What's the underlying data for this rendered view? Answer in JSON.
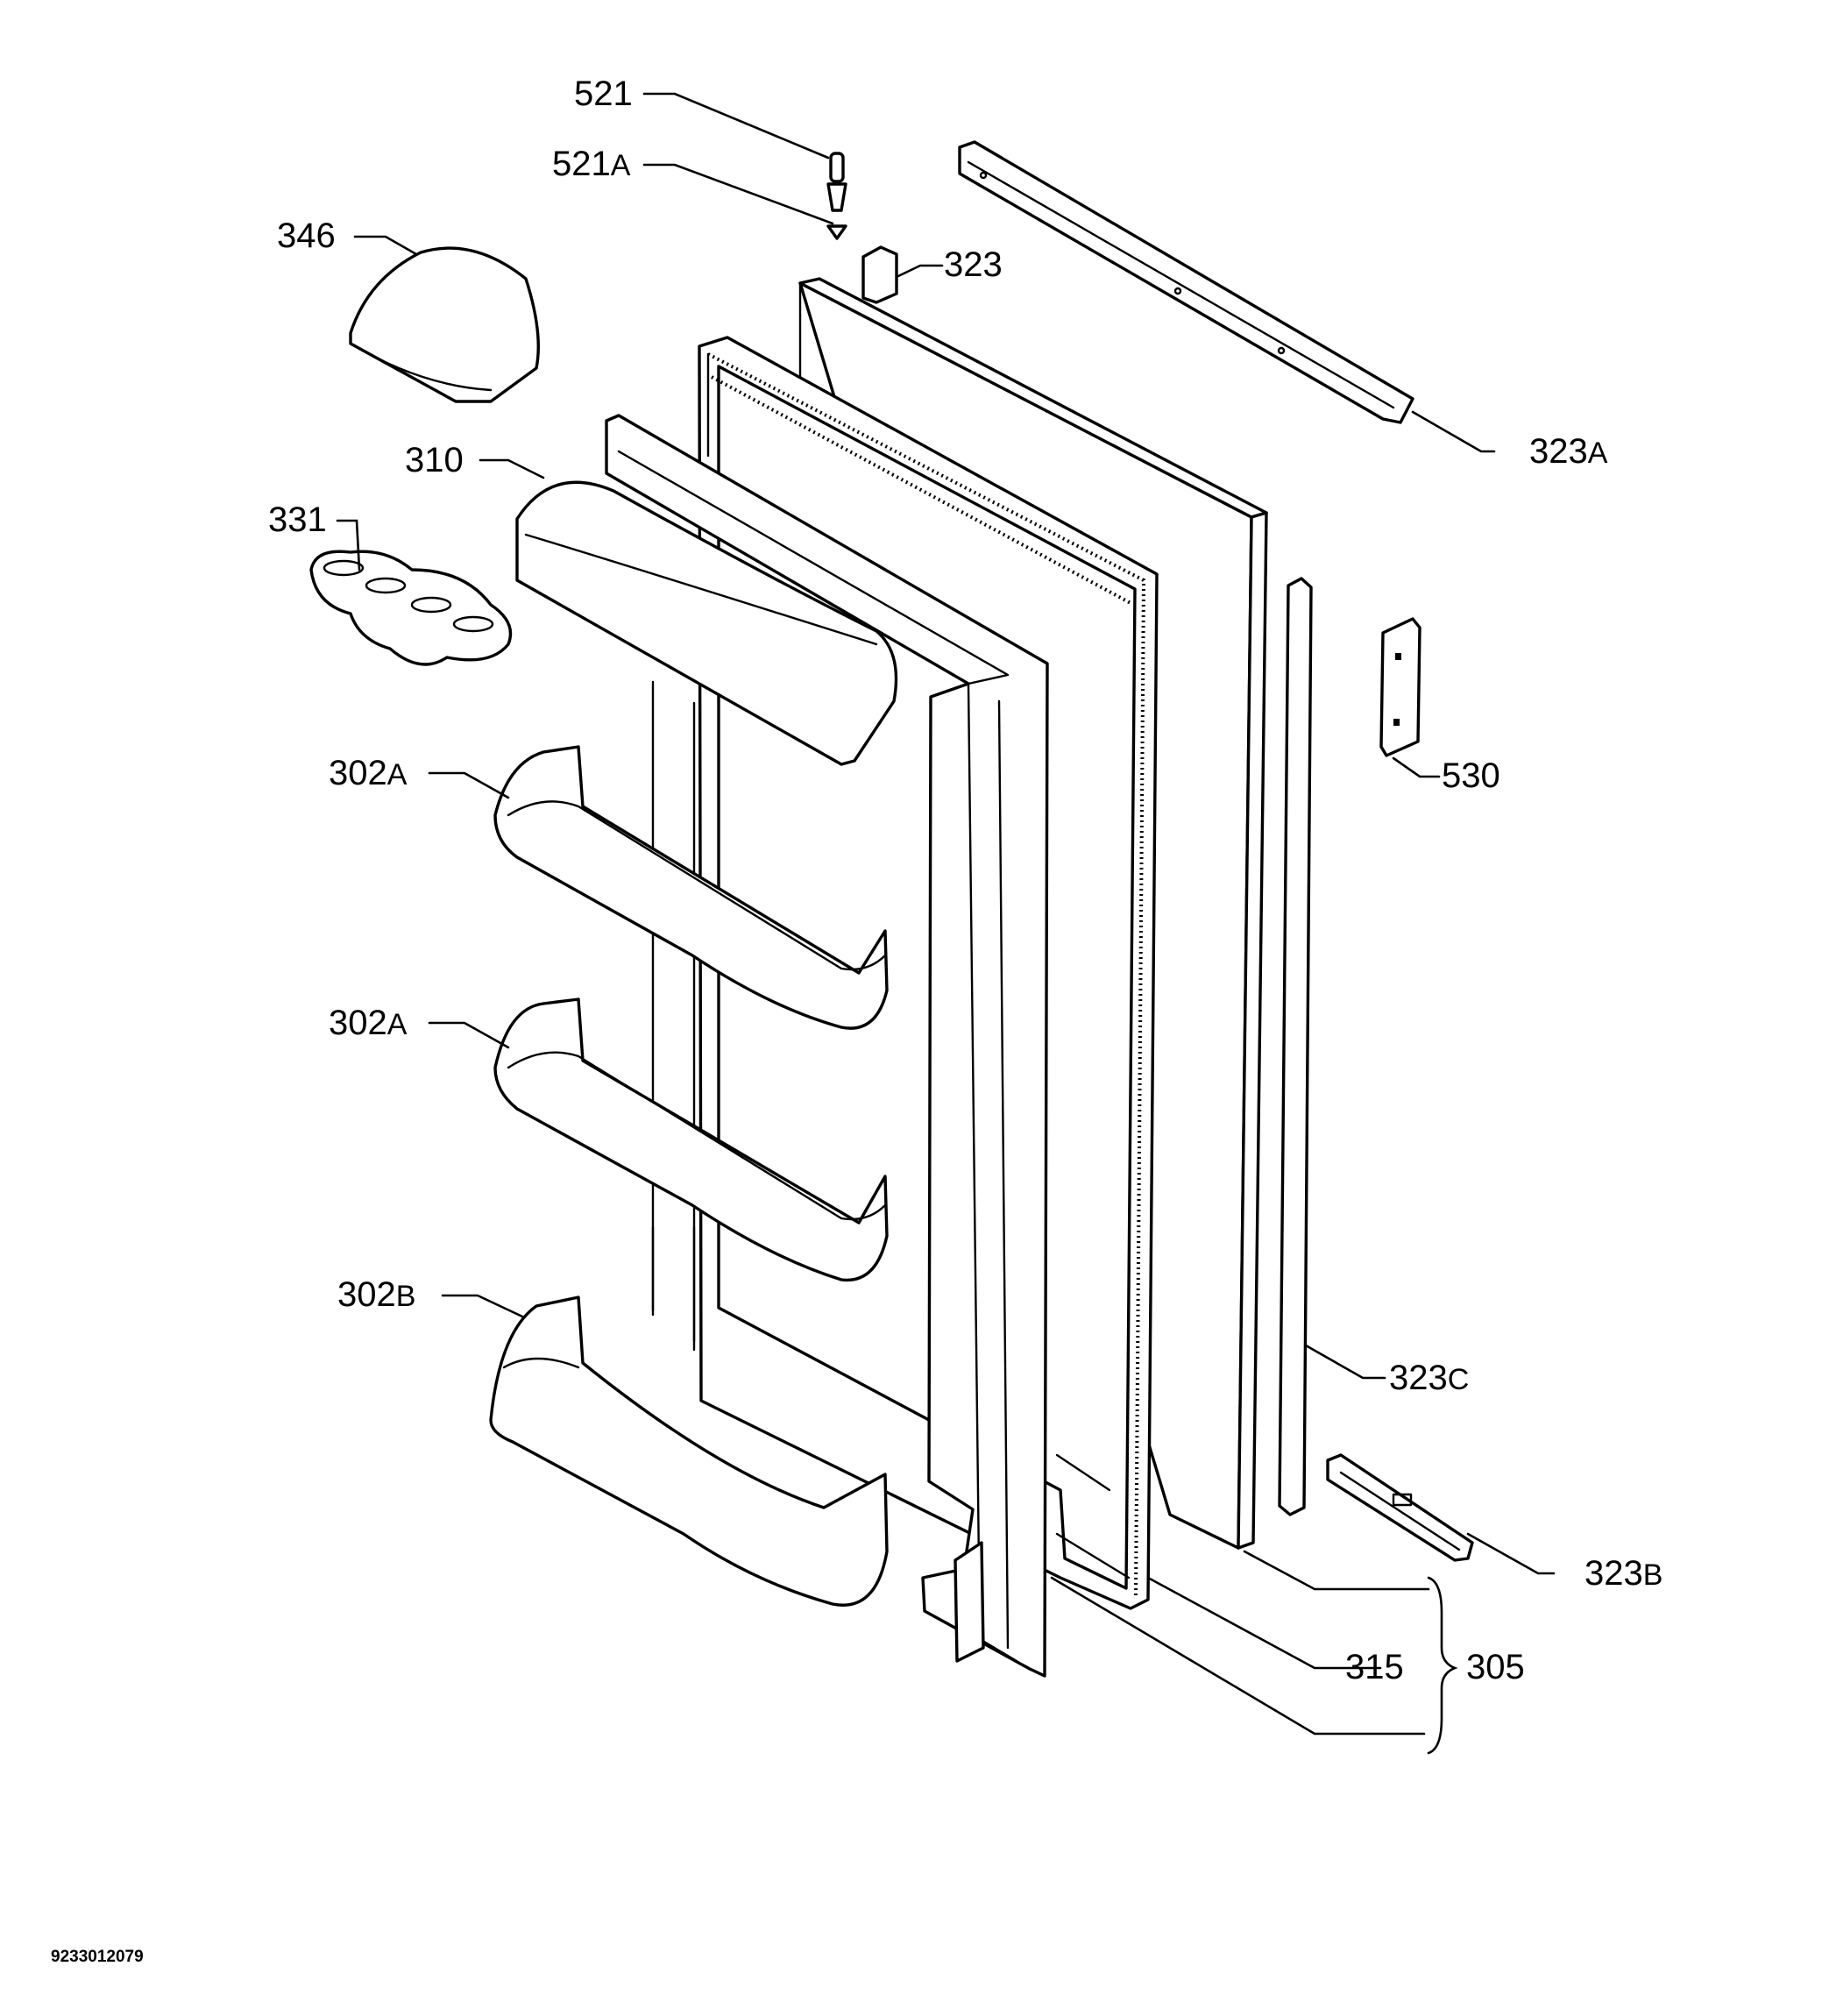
{
  "document_code": "9233012079",
  "callouts": [
    {
      "id": "521",
      "number": "521",
      "suffix": ""
    },
    {
      "id": "521a",
      "number": "521",
      "suffix": "A"
    },
    {
      "id": "346",
      "number": "346",
      "suffix": ""
    },
    {
      "id": "323",
      "number": "323",
      "suffix": ""
    },
    {
      "id": "323a",
      "number": "323",
      "suffix": "A"
    },
    {
      "id": "310",
      "number": "310",
      "suffix": ""
    },
    {
      "id": "331",
      "number": "331",
      "suffix": ""
    },
    {
      "id": "530",
      "number": "530",
      "suffix": ""
    },
    {
      "id": "302a-upper",
      "number": "302",
      "suffix": "A"
    },
    {
      "id": "302a-lower",
      "number": "302",
      "suffix": "A"
    },
    {
      "id": "302b",
      "number": "302",
      "suffix": "B"
    },
    {
      "id": "323c",
      "number": "323",
      "suffix": "C"
    },
    {
      "id": "323b",
      "number": "323",
      "suffix": "B"
    },
    {
      "id": "315",
      "number": "315",
      "suffix": ""
    },
    {
      "id": "305",
      "number": "305",
      "suffix": ""
    }
  ]
}
